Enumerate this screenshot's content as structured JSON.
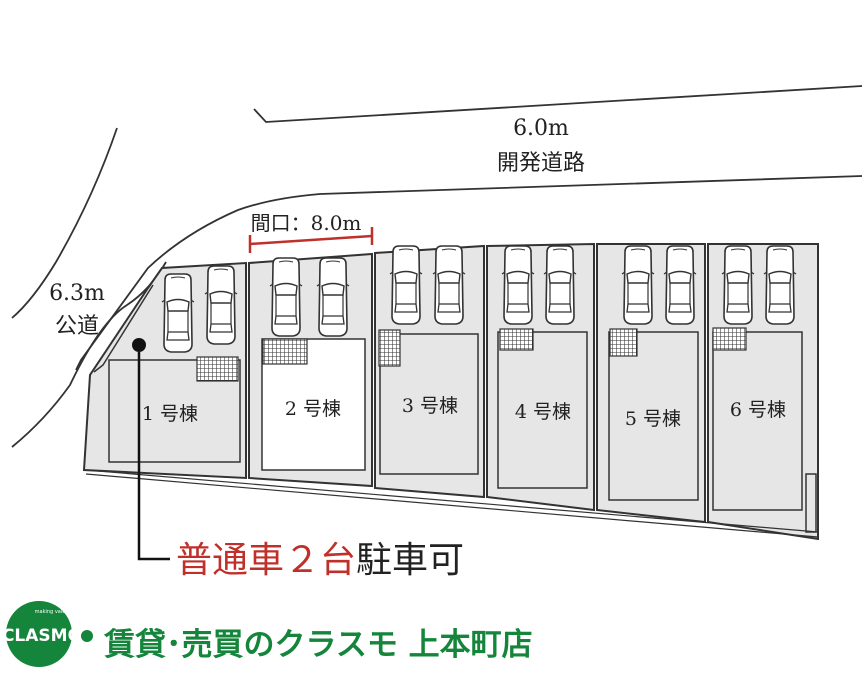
{
  "roads": {
    "top": {
      "width": "6.0m",
      "name": "開発道路"
    },
    "left": {
      "width": "6.3m",
      "name": "公道"
    }
  },
  "frontage_label": "間口：8.0m",
  "units": [
    {
      "id": 1,
      "label": "1 号棟",
      "highlighted": false
    },
    {
      "id": 2,
      "label": "2 号棟",
      "highlighted": true
    },
    {
      "id": 3,
      "label": "3 号棟",
      "highlighted": false
    },
    {
      "id": 4,
      "label": "4 号棟",
      "highlighted": false
    },
    {
      "id": 5,
      "label": "5 号棟",
      "highlighted": false
    },
    {
      "id": 6,
      "label": "6 号棟",
      "highlighted": false
    }
  ],
  "parking_note": {
    "emphasis": "普通車２台",
    "rest": "駐車可"
  },
  "logo": {
    "mark_text": "CLASMO",
    "mark_subtext": "making valuable life"
  },
  "brand": {
    "tagline": "賃貸･売買のクラスモ 上本町店"
  },
  "colors": {
    "lot_fill": "#e6e6e6",
    "highlight_fill": "#ffffff",
    "line": "#333333",
    "accent_red": "#c0302b",
    "brand_green": "#14853a"
  },
  "icons": [
    "car-icon",
    "hatched-box-icon",
    "location-dot-icon"
  ]
}
